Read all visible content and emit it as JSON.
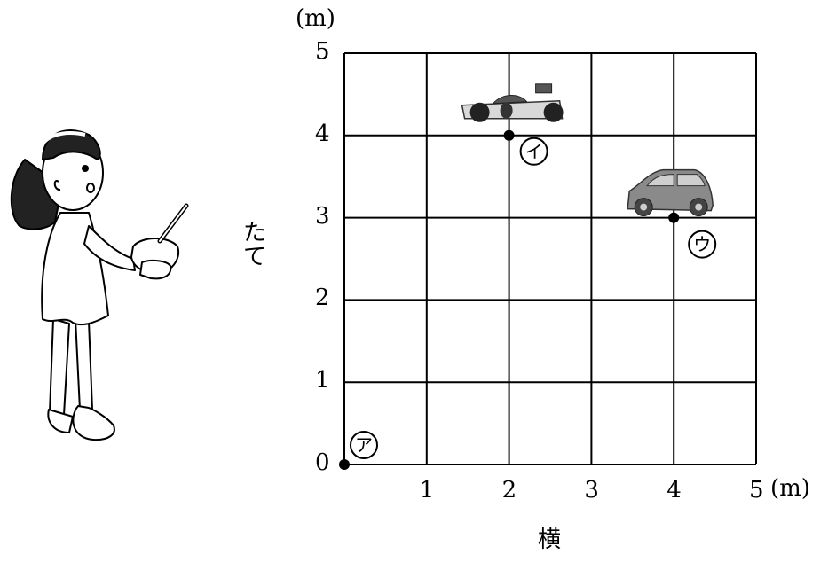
{
  "figure": {
    "y_unit": "(m)",
    "x_unit": "(m)",
    "y_axis_label": "たて",
    "x_axis_label": "横",
    "x_ticks": [
      "0",
      "1",
      "2",
      "3",
      "4",
      "5"
    ],
    "y_ticks": [
      "0",
      "1",
      "2",
      "3",
      "4",
      "5"
    ],
    "grid": {
      "x_range": [
        0,
        5
      ],
      "y_range": [
        0,
        5
      ],
      "step": 1
    },
    "points": [
      {
        "label": "ア",
        "x": 0,
        "y": 0,
        "object": "none"
      },
      {
        "label": "イ",
        "x": 2,
        "y": 4,
        "object": "race-car"
      },
      {
        "label": "ウ",
        "x": 4,
        "y": 3,
        "object": "compact-car"
      }
    ],
    "colors": {
      "line": "#000000",
      "car_body": "#8a8a8a",
      "race_car": "#555555"
    }
  }
}
